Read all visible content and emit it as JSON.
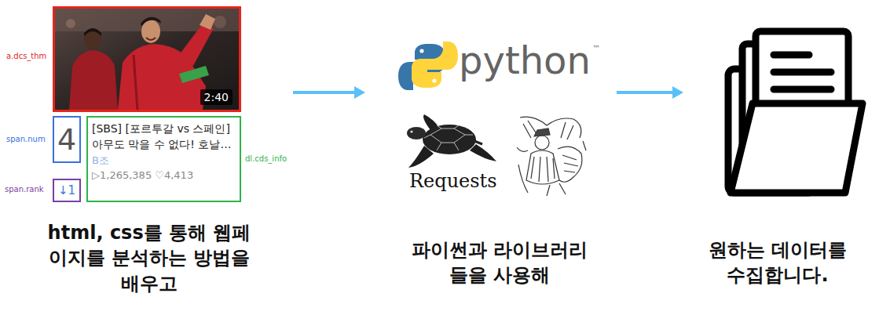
{
  "diagram": {
    "nodes": [
      {
        "text": [
          "html, css를 통해 웹페이지를 분석하는 방법을 배우고"
        ]
      },
      {
        "text": [
          "2:40"
        ],
        "in": 0
      },
      {
        "text": [
          "4"
        ],
        "in": 0
      },
      {
        "text": [
          "[SBS] [포르투갈 vs 스페인] 아무도 막을 수 없다! 호날…",
          "B조",
          "▷1,265,385 ♡4,413"
        ],
        "in": 0
      },
      {
        "text": [
          "↓1"
        ],
        "in": 0
      },
      {
        "text": [
          "파이썬과 라이브러리들을 사용해"
        ]
      },
      {
        "text": [
          "원하는 데이터를 수집합니다."
        ]
      }
    ],
    "edges": [
      {
        "from": 0,
        "to": 5,
        "arrow": "to"
      },
      {
        "from": 5,
        "to": 6,
        "arrow": "to"
      }
    ],
    "labels": [
      "a.dcs_thm",
      "span.num",
      "span.rank",
      "dl.cds_info",
      "python",
      "™",
      "Requests"
    ]
  }
}
